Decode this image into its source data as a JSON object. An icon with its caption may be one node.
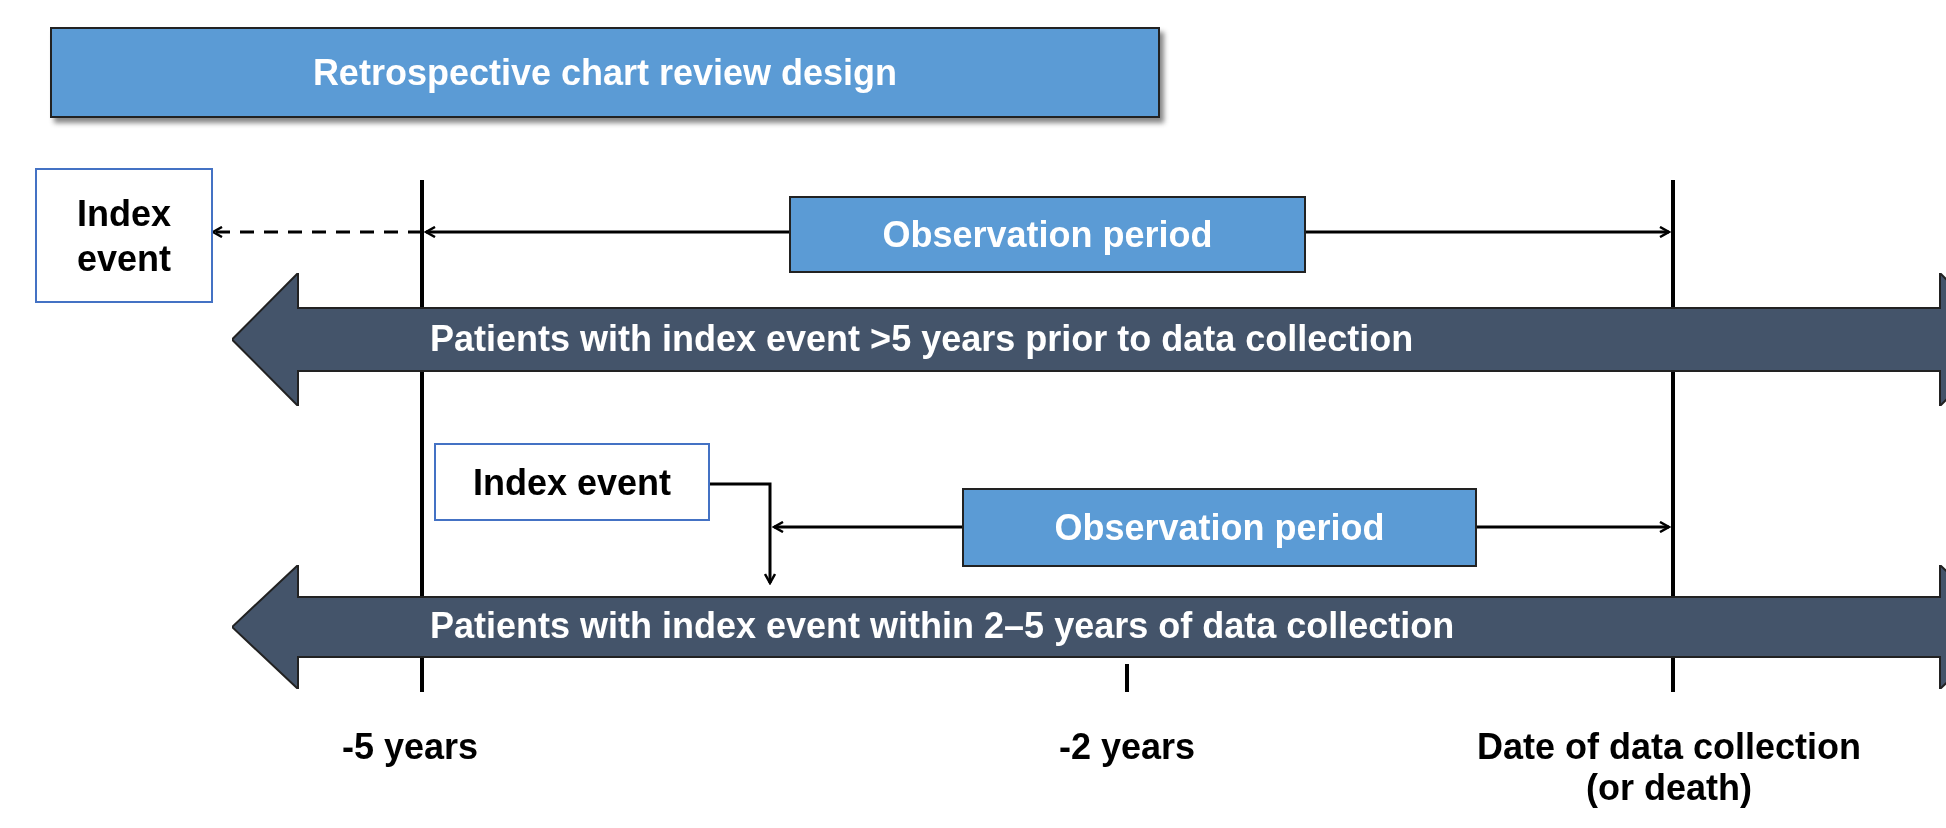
{
  "diagram": {
    "title": "Retrospective chart review design",
    "nodes": [
      {
        "text": [
          "Index event"
        ]
      },
      {
        "text": [
          "Observation period"
        ]
      },
      {
        "text": [
          "Patients with index event >5 years prior to data collection"
        ]
      },
      {
        "text": [
          "Index event"
        ]
      },
      {
        "text": [
          "Observation period"
        ]
      },
      {
        "text": [
          "Patients with index event within 2–5 years of data collection"
        ]
      }
    ],
    "edges": [
      {
        "from": null,
        "to": 0,
        "arrow": "to",
        "style": "dashed"
      },
      {
        "from": 1,
        "to": null,
        "arrow": "to"
      },
      {
        "from": 1,
        "to": null,
        "arrow": "to"
      },
      {
        "from": 3,
        "to": 5,
        "arrow": "to"
      },
      {
        "from": 4,
        "to": null,
        "arrow": "to"
      },
      {
        "from": 4,
        "to": null,
        "arrow": "to"
      }
    ],
    "labels": [
      "-5 years",
      "-2 years",
      "Date of data collection (or death)"
    ]
  }
}
